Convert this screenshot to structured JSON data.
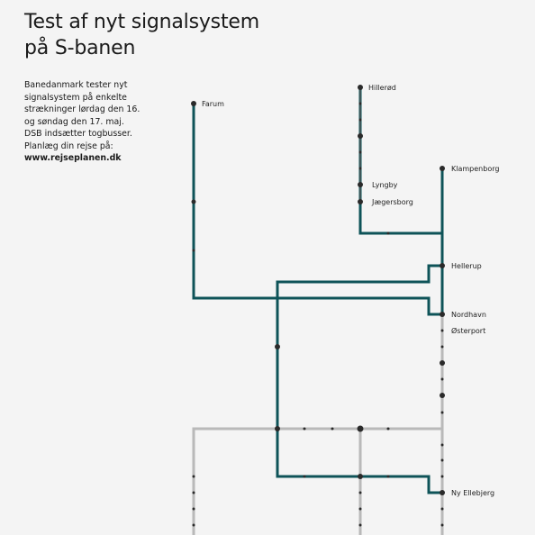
{
  "title": {
    "line1": "Test af nyt signalsystem",
    "line2": "på S-banen"
  },
  "info": {
    "lines": [
      "Banedanmark tester nyt",
      "signalsystem på enkelte",
      "strækninger lørdag den 16.",
      "og søndag den 17. maj.",
      "DSB indsætter togbusser.",
      "Planlæg din rejse på:"
    ],
    "url": "www.rejseplanen.dk"
  },
  "stations": {
    "farum": "Farum",
    "hilleroed": "Hillerød",
    "lyngby": "Lyngby",
    "jaegersborg": "Jægersborg",
    "klampenborg": "Klampenborg",
    "hellerup": "Hellerup",
    "nordhavn": "Nordhavn",
    "oesterport": "Østerport",
    "ny_ellebjerg": "Ny Ellebjerg"
  },
  "colors": {
    "background": "#f4f4f4",
    "affected_line": "#0e5358",
    "normal_line": "#b9b9b9",
    "stop": "#2a2a2a"
  }
}
